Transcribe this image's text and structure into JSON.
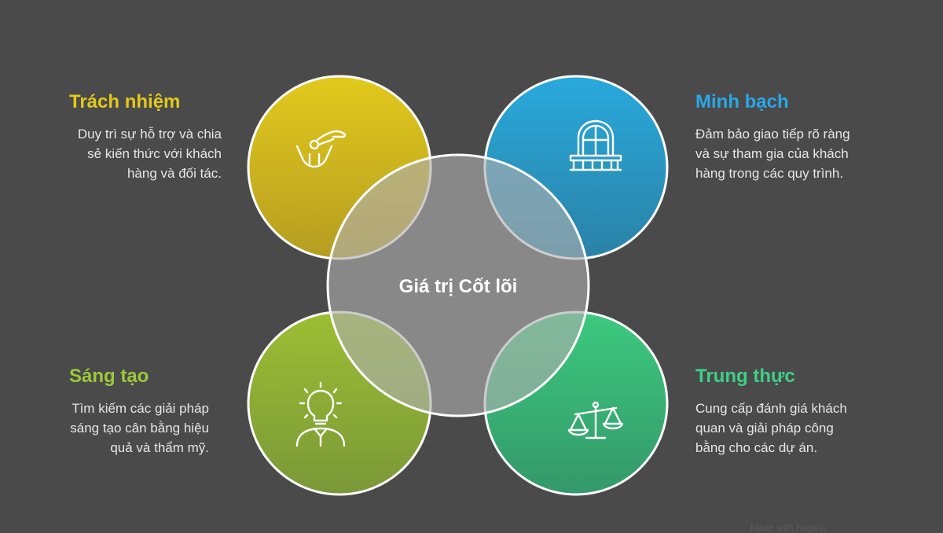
{
  "center": {
    "label": "Giá trị Cốt lõi"
  },
  "values": [
    {
      "key": "tl",
      "title": "Trách nhiệm",
      "description": "Duy trì sự hỗ trợ và chia sẻ kiến thức với khách hàng và đối tác.",
      "color": "#dcc51e",
      "icon": "helping-hand-icon"
    },
    {
      "key": "tr",
      "title": "Minh bạch",
      "description": "Đảm bảo giao tiếp rõ ràng và sự tham gia của khách hàng trong các quy trình.",
      "color": "#2aa7d8",
      "icon": "window-balcony-icon"
    },
    {
      "key": "bl",
      "title": "Sáng tạo",
      "description": "Tìm kiếm các giải pháp sáng tạo cân bằng hiệu quả và thẩm mỹ.",
      "color": "#93b83a",
      "icon": "lightbulb-idea-icon"
    },
    {
      "key": "br",
      "title": "Trung thực",
      "description": "Cung cấp đánh giá khách quan và giải pháp công bằng cho các dự án.",
      "color": "#3cc07a",
      "icon": "balance-scale-icon"
    }
  ],
  "watermark": "Made with Napkin"
}
